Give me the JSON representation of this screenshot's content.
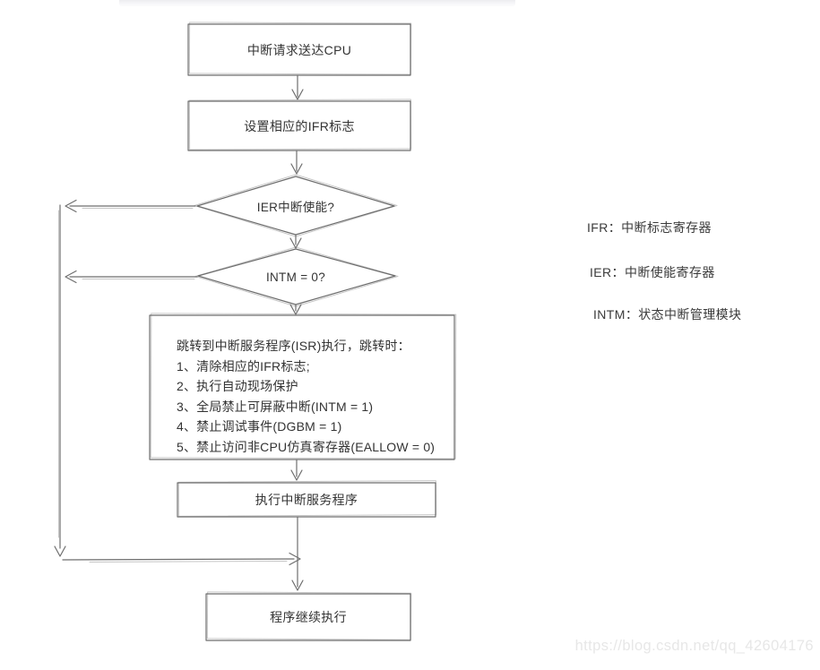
{
  "nodes": {
    "start": {
      "label": "中断请求送达CPU"
    },
    "setIfr": {
      "label": "设置相应的IFR标志"
    },
    "ierCheck": {
      "label": "IER中断使能?"
    },
    "intmCheck": {
      "label": "INTM = 0?"
    },
    "isrJump": {
      "title": "跳转到中断服务程序(ISR)执行，跳转时：",
      "items": [
        "1、清除相应的IFR标志;",
        "2、执行自动现场保护",
        "3、全局禁止可屏蔽中断(INTM = 1)",
        "4、禁止调试事件(DGBM = 1)",
        "5、禁止访问非CPU仿真寄存器(EALLOW = 0)"
      ]
    },
    "execIsr": {
      "label": "执行中断服务程序"
    },
    "continueRun": {
      "label": "程序继续执行"
    }
  },
  "legend": {
    "ifr": "IFR：中断标志寄存器",
    "ier": "IER：中断使能寄存器",
    "intm": "INTM：状态中断管理模块"
  },
  "watermark": "https://blog.csdn.net/qq_42604176",
  "colors": {
    "line": "#6e6e6e",
    "line_echo": "#a9a9a9",
    "text": "#333333",
    "watermark_text": "#e7e7e7"
  }
}
